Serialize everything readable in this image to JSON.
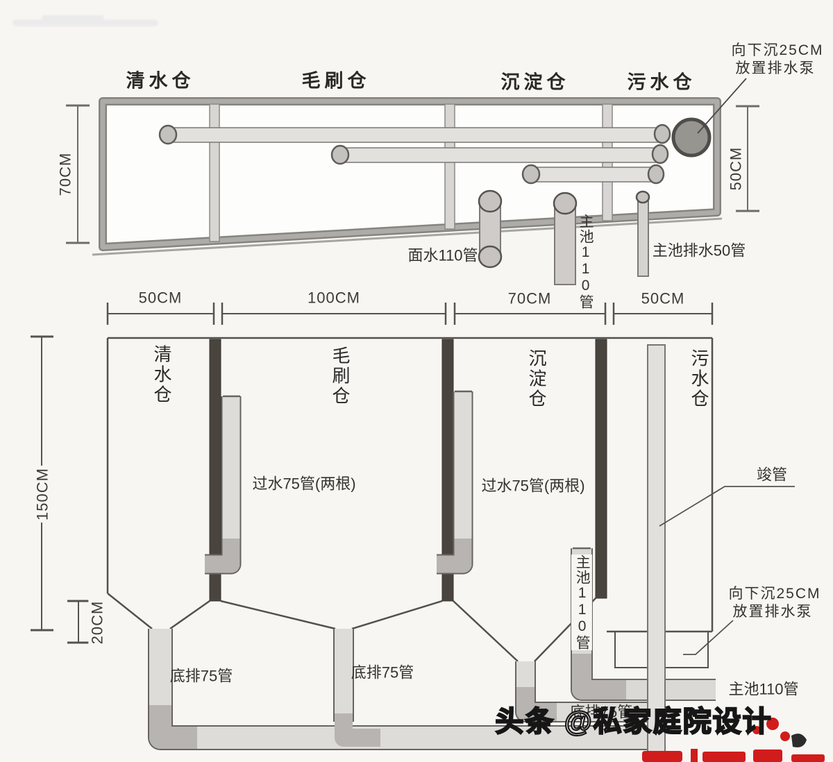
{
  "watermark": {
    "text": "头条 @私家庭院设计"
  },
  "top_view": {
    "chamber_1": "清水仓",
    "chamber_2": "毛刷仓",
    "chamber_3": "沉淀仓",
    "chamber_4": "污水仓",
    "height_left": "70CM",
    "height_right": "50CM",
    "pump_note_line1": "向下沉25CM",
    "pump_note_line2": "放置排水泵",
    "surface_pipe": "面水110管",
    "main_pipe": "主池110管",
    "main_drain_pipe": "主池排水50管"
  },
  "front_view": {
    "chamber_1": "清水仓",
    "chamber_2": "毛刷仓",
    "chamber_3": "沉淀仓",
    "chamber_4": "污水仓",
    "width_1": "50CM",
    "width_2": "100CM",
    "width_3": "70CM",
    "width_4": "50CM",
    "height": "150CM",
    "funnel_height": "20CM",
    "transfer_pipe": "过水75管(两根)",
    "bottom_drain": "底排75管",
    "main_pipe": "主池110管",
    "main_pipe_out": "主池110管",
    "standpipe": "竣管",
    "pump_note_line1": "向下沉25CM",
    "pump_note_line2": "放置排水泵"
  },
  "colors": {
    "background": "#f7f6f3",
    "frame_dark": "#86847f",
    "frame_light": "#aeaca8",
    "divider_dark": "#4a443e",
    "pipe_light": "#dedcd9",
    "pipe_outline": "#67635f",
    "fitting_gray": "#b7b4b1",
    "pump_gray": "#97958f",
    "logo_red": "#d11c1c"
  }
}
